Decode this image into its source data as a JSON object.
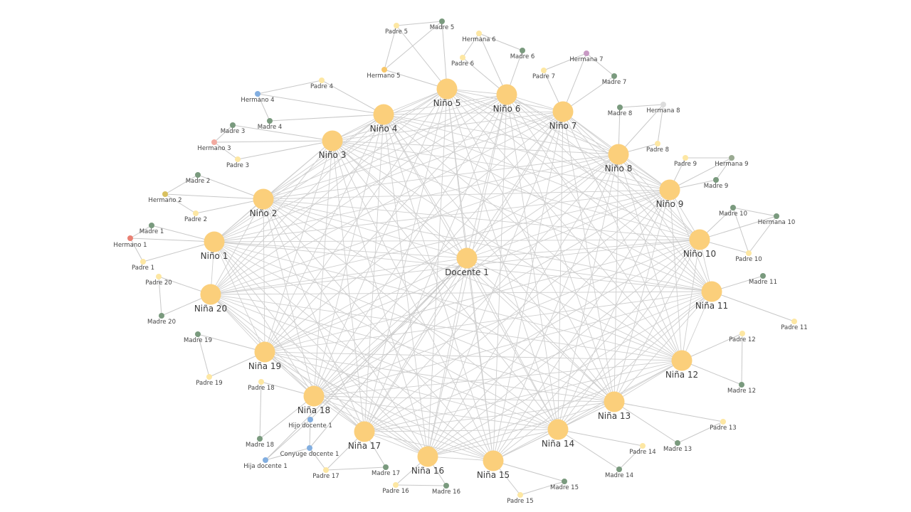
{
  "colors": {
    "child": "#fbcf7b",
    "docente": "#fbcf7b",
    "madre": "#7a9a7e",
    "padre": "#fde7a3",
    "edge": "#cfcfcf"
  },
  "hub": {
    "id": "docente",
    "label": "Docente 1"
  },
  "children": [
    {
      "id": "c1",
      "label": "Niño 1"
    },
    {
      "id": "c2",
      "label": "Niño 2"
    },
    {
      "id": "c3",
      "label": "Niño 3"
    },
    {
      "id": "c4",
      "label": "Niño 4"
    },
    {
      "id": "c5",
      "label": "Niño 5"
    },
    {
      "id": "c6",
      "label": "Niño 6"
    },
    {
      "id": "c7",
      "label": "Niño 7"
    },
    {
      "id": "c8",
      "label": "Niño 8"
    },
    {
      "id": "c9",
      "label": "Niño 9"
    },
    {
      "id": "c10",
      "label": "Niño 10"
    },
    {
      "id": "c11",
      "label": "Niña 11"
    },
    {
      "id": "c12",
      "label": "Niña 12"
    },
    {
      "id": "c13",
      "label": "Niña 13"
    },
    {
      "id": "c14",
      "label": "Niña 14"
    },
    {
      "id": "c15",
      "label": "Niña 15"
    },
    {
      "id": "c16",
      "label": "Niña 16"
    },
    {
      "id": "c17",
      "label": "Niña 17"
    },
    {
      "id": "c18",
      "label": "Niña 18"
    },
    {
      "id": "c19",
      "label": "Niña 19"
    },
    {
      "id": "c20",
      "label": "Niña 20"
    }
  ],
  "family": [
    {
      "id": "m1",
      "label": "Madre 1",
      "kind": "madre",
      "child": "c1"
    },
    {
      "id": "p1",
      "label": "Padre 1",
      "kind": "padre",
      "child": "c1"
    },
    {
      "id": "h1",
      "label": "Hermano 1",
      "kind": "hermano",
      "child": "c1",
      "color": "#e98073"
    },
    {
      "id": "m2",
      "label": "Madre 2",
      "kind": "madre",
      "child": "c2"
    },
    {
      "id": "p2",
      "label": "Padre 2",
      "kind": "padre",
      "child": "c2"
    },
    {
      "id": "h2",
      "label": "Hermano 2",
      "kind": "hermano",
      "child": "c2",
      "color": "#d8c060"
    },
    {
      "id": "m3",
      "label": "Madre 3",
      "kind": "madre",
      "child": "c3"
    },
    {
      "id": "p3",
      "label": "Padre 3",
      "kind": "padre",
      "child": "c3"
    },
    {
      "id": "h3",
      "label": "Hermano 3",
      "kind": "hermano",
      "child": "c3",
      "color": "#f2aaa0"
    },
    {
      "id": "m4",
      "label": "Madre 4",
      "kind": "madre",
      "child": "c4"
    },
    {
      "id": "p4",
      "label": "Padre 4",
      "kind": "padre",
      "child": "c4"
    },
    {
      "id": "h4",
      "label": "Hermano 4",
      "kind": "hermano",
      "child": "c4",
      "color": "#82aee0"
    },
    {
      "id": "m5",
      "label": "Madre 5",
      "kind": "madre",
      "child": "c5"
    },
    {
      "id": "p5",
      "label": "Padre 5",
      "kind": "padre",
      "child": "c5"
    },
    {
      "id": "h5",
      "label": "Hermano 5",
      "kind": "hermano",
      "child": "c5",
      "color": "#f8c76a"
    },
    {
      "id": "m6",
      "label": "Madre 6",
      "kind": "madre",
      "child": "c6"
    },
    {
      "id": "p6",
      "label": "Padre 6",
      "kind": "padre",
      "child": "c6"
    },
    {
      "id": "hm6",
      "label": "Hermana 6",
      "kind": "hermana",
      "child": "c6",
      "color": "#fde7a3"
    },
    {
      "id": "m7",
      "label": "Madre 7",
      "kind": "madre",
      "child": "c7"
    },
    {
      "id": "p7",
      "label": "Padre 7",
      "kind": "padre",
      "child": "c7"
    },
    {
      "id": "hm7",
      "label": "Hermana 7",
      "kind": "hermana",
      "child": "c7",
      "color": "#c89ac4"
    },
    {
      "id": "m8",
      "label": "Madre 8",
      "kind": "madre",
      "child": "c8"
    },
    {
      "id": "p8",
      "label": "Padre 8",
      "kind": "padre",
      "child": "c8"
    },
    {
      "id": "hm8",
      "label": "Hermana 8",
      "kind": "hermana",
      "child": "c8",
      "color": "#dcdcdc"
    },
    {
      "id": "m9",
      "label": "Madre 9",
      "kind": "madre",
      "child": "c9"
    },
    {
      "id": "p9",
      "label": "Padre 9",
      "kind": "padre",
      "child": "c9"
    },
    {
      "id": "h9",
      "label": "Hermana 9",
      "kind": "hermana",
      "child": "c9",
      "color": "#9aaa92"
    },
    {
      "id": "m10",
      "label": "Madre 10",
      "kind": "madre",
      "child": "c10"
    },
    {
      "id": "p10",
      "label": "Padre 10",
      "kind": "padre",
      "child": "c10"
    },
    {
      "id": "h10",
      "label": "Hermana 10",
      "kind": "hermana",
      "child": "c10",
      "color": "#7a9a7e"
    },
    {
      "id": "m11",
      "label": "Madre 11",
      "kind": "madre",
      "child": "c11"
    },
    {
      "id": "p11",
      "label": "Padre 11",
      "kind": "padre",
      "child": "c11"
    },
    {
      "id": "m12",
      "label": "Madre 12",
      "kind": "madre",
      "child": "c12"
    },
    {
      "id": "p12",
      "label": "Padre 12",
      "kind": "padre",
      "child": "c12"
    },
    {
      "id": "m13",
      "label": "Madre 13",
      "kind": "madre",
      "child": "c13"
    },
    {
      "id": "p13",
      "label": "Padre 13",
      "kind": "padre",
      "child": "c13"
    },
    {
      "id": "m14",
      "label": "Madre 14",
      "kind": "madre",
      "child": "c14"
    },
    {
      "id": "p14",
      "label": "Padre 14",
      "kind": "padre",
      "child": "c14"
    },
    {
      "id": "m15",
      "label": "Madre 15",
      "kind": "madre",
      "child": "c15"
    },
    {
      "id": "p15",
      "label": "Padre 15",
      "kind": "padre",
      "child": "c15"
    },
    {
      "id": "m16",
      "label": "Madre 16",
      "kind": "madre",
      "child": "c16"
    },
    {
      "id": "p16",
      "label": "Padre 16",
      "kind": "padre",
      "child": "c16"
    },
    {
      "id": "m17",
      "label": "Madre 17",
      "kind": "madre",
      "child": "c17"
    },
    {
      "id": "p17",
      "label": "Padre 17",
      "kind": "padre",
      "child": "c17"
    },
    {
      "id": "m18",
      "label": "Madre 18",
      "kind": "madre",
      "child": "c18"
    },
    {
      "id": "p18",
      "label": "Padre 18",
      "kind": "padre",
      "child": "c18"
    },
    {
      "id": "m19",
      "label": "Madre 19",
      "kind": "madre",
      "child": "c19"
    },
    {
      "id": "p19",
      "label": "Padre 19",
      "kind": "padre",
      "child": "c19"
    },
    {
      "id": "m20",
      "label": "Madre 20",
      "kind": "madre",
      "child": "c20"
    },
    {
      "id": "p20",
      "label": "Padre 20",
      "kind": "padre",
      "child": "c20"
    },
    {
      "id": "hd1",
      "label": "Hijo docente 1",
      "kind": "docente-familia",
      "child": "docente",
      "color": "#82aee0"
    },
    {
      "id": "cd1",
      "label": "Conyuge docente 1",
      "kind": "docente-familia",
      "child": "docente",
      "color": "#82aee0"
    },
    {
      "id": "hjd1",
      "label": "Hija docente 1",
      "kind": "docente-familia",
      "child": "docente",
      "color": "#82aee0"
    }
  ]
}
